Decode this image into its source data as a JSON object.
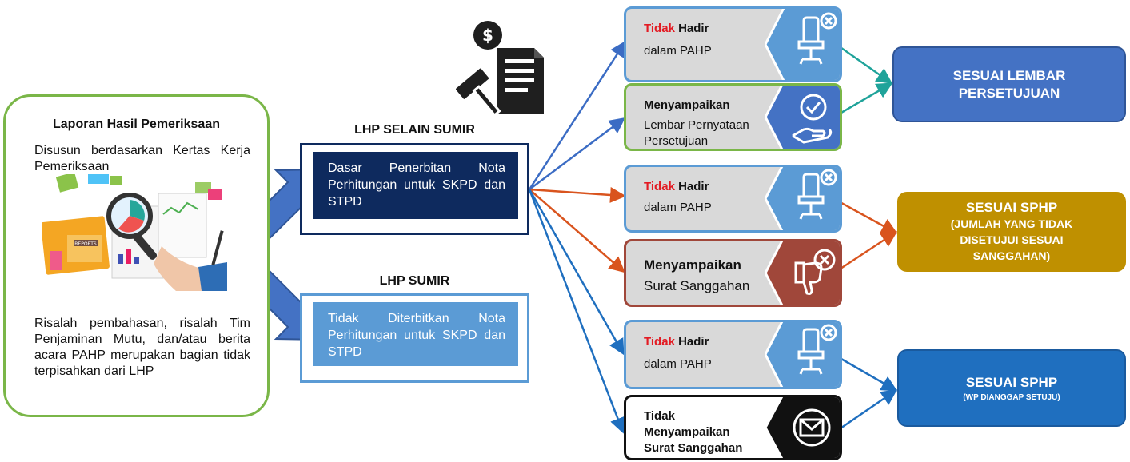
{
  "left_panel": {
    "title": "Laporan Hasil Pemeriksaan",
    "description": "Disusun berdasarkan Kertas Kerja Pemeriksaan",
    "note": "Risalah pembahasan, risalah Tim Penjaminan Mutu, dan/atau berita acara PAHP merupakan bagian tidak terpisahkan dari LHP",
    "illustration_label": "REPORTS"
  },
  "lhp_selain_sumir": {
    "heading": "LHP SELAIN SUMIR",
    "text": "Dasar Penerbitan Nota Perhitungan untuk SKPD dan STPD"
  },
  "lhp_sumir": {
    "heading": "LHP SUMIR",
    "text": "Tidak Diterbitkan Nota Perhitungan untuk SKPD dan STPD"
  },
  "cards": {
    "c1": {
      "title_red": "Tidak",
      "title_rest": "Hadir",
      "subtitle": "dalam PAHP"
    },
    "c2": {
      "title": "Menyampaikan",
      "subtitle_line1": "Lembar Pernyataan",
      "subtitle_line2": "Persetujuan"
    },
    "c3": {
      "title_red": "Tidak",
      "title_rest": "Hadir",
      "subtitle": "dalam PAHP"
    },
    "c4": {
      "title": "Menyampaikan",
      "subtitle": "Surat Sanggahan"
    },
    "c5": {
      "title_red": "Tidak",
      "title_rest": "Hadir",
      "subtitle": "dalam PAHP"
    },
    "c6": {
      "line1": "Tidak",
      "line2": "Menyampaikan",
      "line3": "Surat Sanggahan"
    }
  },
  "outcomes": {
    "o1": {
      "line1": "SESUAI LEMBAR",
      "line2": "PERSETUJUAN"
    },
    "o2": {
      "line1": "SESUAI SPHP",
      "line2": "(JUMLAH YANG TIDAK",
      "line3": "DISETUJUI SESUAI",
      "line4": "SANGGAHAN)"
    },
    "o3": {
      "line1": "SESUAI SPHP",
      "line2": "(WP DIANGGAP SETUJU)"
    }
  },
  "icons": {
    "law": "gavel-document-dollar-icon",
    "absent": "empty-chair-x-icon",
    "approve": "hand-check-icon",
    "reject": "thumbs-down-x-icon",
    "mail": "envelope-icon"
  },
  "colors": {
    "green_border": "#7ab648",
    "navy": "#0e2a5e",
    "light_blue": "#5b9bd5",
    "arrow_teal": "#1fa39a",
    "arrow_orange": "#d9541e",
    "arrow_blue": "#1f6fbf",
    "outcome_blue": "#4472c4",
    "outcome_gold": "#bf9000",
    "outcome_deep_blue": "#1f6fbf",
    "red_text": "#e31b23",
    "card_red_border": "#a0473a"
  }
}
